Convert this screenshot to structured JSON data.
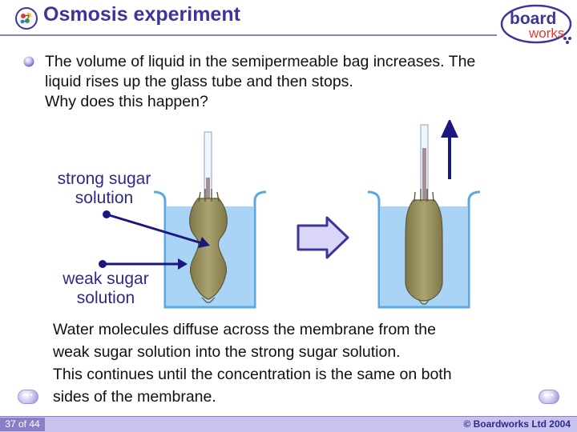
{
  "header": {
    "title": "Osmosis experiment",
    "logo_line1": "board",
    "logo_line2": "works"
  },
  "question": {
    "lines": [
      "The volume of liquid in the semipermeable bag increases. The",
      "liquid rises up the glass tube and then stops.",
      "Why does this happen?"
    ]
  },
  "diagram": {
    "strong_label_lines": [
      "strong sugar",
      "solution"
    ],
    "weak_label_lines": [
      "weak sugar",
      "solution"
    ]
  },
  "explanation": {
    "lines": [
      "Water molecules diffuse across the membrane from the",
      "weak sugar solution into the strong sugar solution.",
      "This continues until the concentration is the same on both",
      "sides of the membrane."
    ]
  },
  "footer": {
    "page": "37 of 44",
    "copyright": "© Boardworks Ltd 2004"
  },
  "colors": {
    "title": "#3d3699",
    "accent": "#8a80c8",
    "footer_bar": "#c8c3ee",
    "water": "#a9d4f5",
    "bag": "#9d9463",
    "arrow_fill": "#d9d6f7",
    "label_text": "#2d2a8a"
  },
  "icons": {
    "title_icon": "molecule-icon",
    "bullet": "bullet-orb-icon",
    "prev": "previous-slide-icon",
    "next": "next-slide-icon",
    "up_arrow": "up-arrow-icon",
    "process_arrow": "right-arrow-icon"
  }
}
